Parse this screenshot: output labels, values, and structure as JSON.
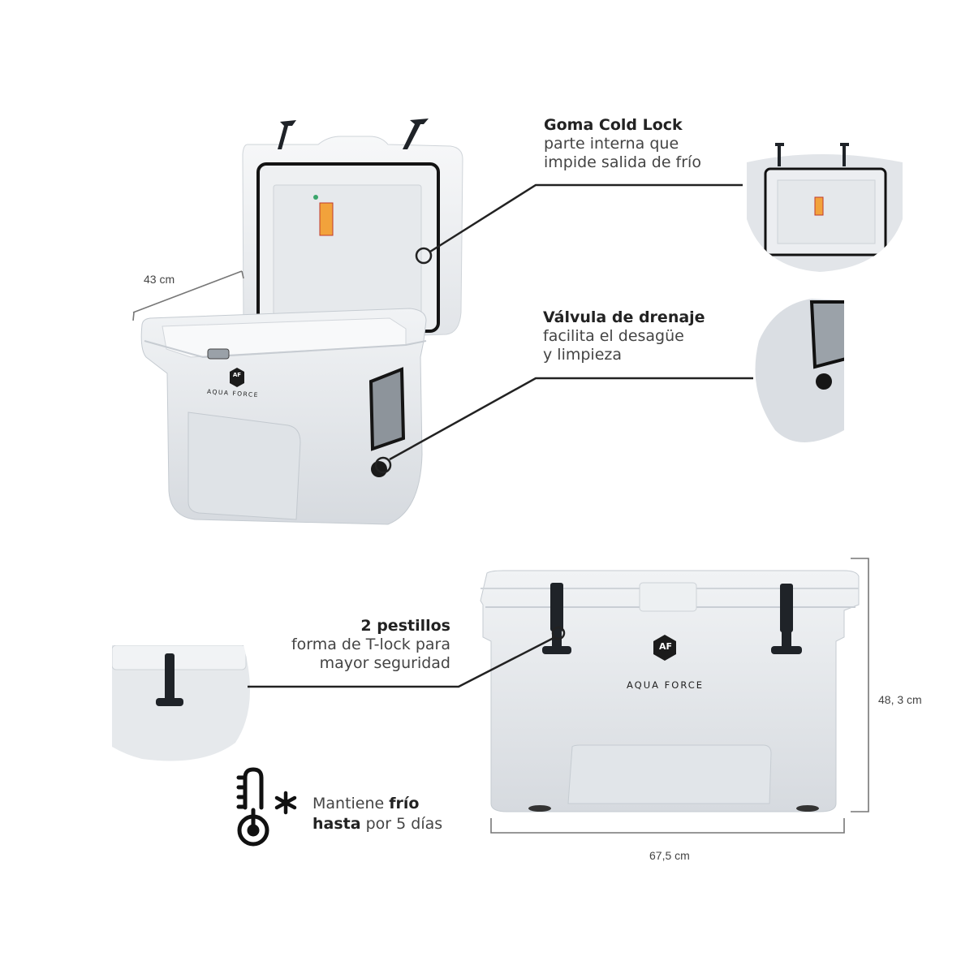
{
  "product": {
    "brand": "AQUA FORCE",
    "logo_monogram": "AF"
  },
  "callouts": [
    {
      "title": "Goma Cold Lock",
      "lines": [
        "parte interna que",
        "impide salida de frío"
      ]
    },
    {
      "title": "Válvula de drenaje",
      "lines": [
        "facilita el desagüe",
        "y limpieza"
      ]
    },
    {
      "title": "2 pestillos",
      "lines": [
        "forma de T-lock para",
        "mayor seguridad"
      ]
    }
  ],
  "feature": {
    "icon": "thermometer-snowflake-icon",
    "line1_regular": "Mantiene ",
    "line1_bold": "frío",
    "line2_bold": "hasta",
    "line2_regular": " por 5 días"
  },
  "dimensions": {
    "depth": "43 cm",
    "height": "48, 3 cm",
    "width": "67,5 cm"
  },
  "colors": {
    "cooler_body": "#e9ecef",
    "cooler_shadow": "#c9ced4",
    "latch": "#1f2328",
    "gasket": "#1a1a1a",
    "leader_line": "#222222",
    "dimension_line": "#777777"
  }
}
